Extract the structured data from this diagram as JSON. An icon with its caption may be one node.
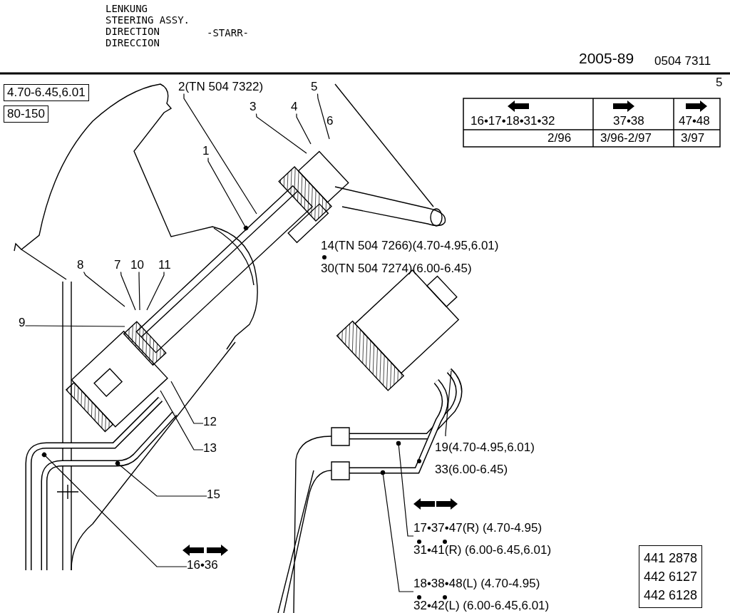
{
  "diagram": {
    "nodes": [
      {
        "text": [
          "2(TN 504 7322)"
        ]
      },
      {
        "text": [
          "5"
        ]
      },
      {
        "text": [
          "3"
        ]
      },
      {
        "text": [
          "4"
        ]
      },
      {
        "text": [
          "1"
        ]
      },
      {
        "text": [
          "8"
        ]
      },
      {
        "text": [
          "7"
        ]
      },
      {
        "text": [
          "10"
        ]
      },
      {
        "text": [
          "11"
        ]
      },
      {
        "text": [
          "9"
        ]
      },
      {
        "text": [
          "12"
        ]
      },
      {
        "text": [
          "13"
        ]
      },
      {
        "text": [
          "15"
        ]
      },
      {
        "text": [
          "16•36"
        ]
      },
      {
        "text": [
          "19(4.70-4.95,6.01)",
          "33(6.00-6.45)"
        ]
      },
      {
        "text": [
          "17•37•47(R) (4.70-4.95)",
          "31•41(R) (6.00-6.45,6.01)"
        ]
      },
      {
        "text": [
          "18•38•48(L) (4.70-4.95)",
          "32•42(L) (6.00-6.45,6.01)"
        ]
      },
      {
        "text": [
          "4.70-6.45,6.01"
        ]
      },
      {
        "text": [
          "80-150"
        ]
      },
      {
        "text": [
          "441 2878",
          "442 6127",
          "442 6128"
        ]
      }
    ],
    "edges": [
      {
        "from": 0,
        "to": null,
        "arrow": "none"
      },
      {
        "from": 1,
        "to": null,
        "arrow": "none"
      },
      {
        "from": 2,
        "to": null,
        "arrow": "none"
      },
      {
        "from": 3,
        "to": null,
        "arrow": "none"
      },
      {
        "from": 4,
        "to": null,
        "arrow": "other"
      },
      {
        "from": 5,
        "to": null,
        "arrow": "none"
      },
      {
        "from": 6,
        "to": null,
        "arrow": "none"
      },
      {
        "from": 7,
        "to": null,
        "arrow": "none"
      },
      {
        "from": 8,
        "to": null,
        "arrow": "none"
      },
      {
        "from": 9,
        "to": null,
        "arrow": "none"
      },
      {
        "from": 10,
        "to": null,
        "arrow": "none"
      },
      {
        "from": 11,
        "to": null,
        "arrow": "none"
      },
      {
        "from": 12,
        "to": null,
        "arrow": "other"
      },
      {
        "from": 13,
        "to": null,
        "arrow": "other"
      },
      {
        "from": 14,
        "to": null,
        "arrow": "none"
      },
      {
        "from": 15,
        "to": null,
        "arrow": "other"
      },
      {
        "from": 16,
        "to": null,
        "arrow": "other"
      }
    ],
    "labels": [
      "LENKUNG",
      "STEERING ASSY.",
      "DIRECTION",
      "DIRECCION",
      "-STARR-",
      "2005-89",
      "0504 7311",
      "5",
      "6",
      "14(TN 504 7266)(4.70-4.95,6.01)",
      "30(TN 504 7274)(6.00-6.45)",
      "16•17•18•31•32",
      "37•38",
      "47•48",
      "2/96",
      "3/96-2/97",
      "3/97"
    ]
  }
}
